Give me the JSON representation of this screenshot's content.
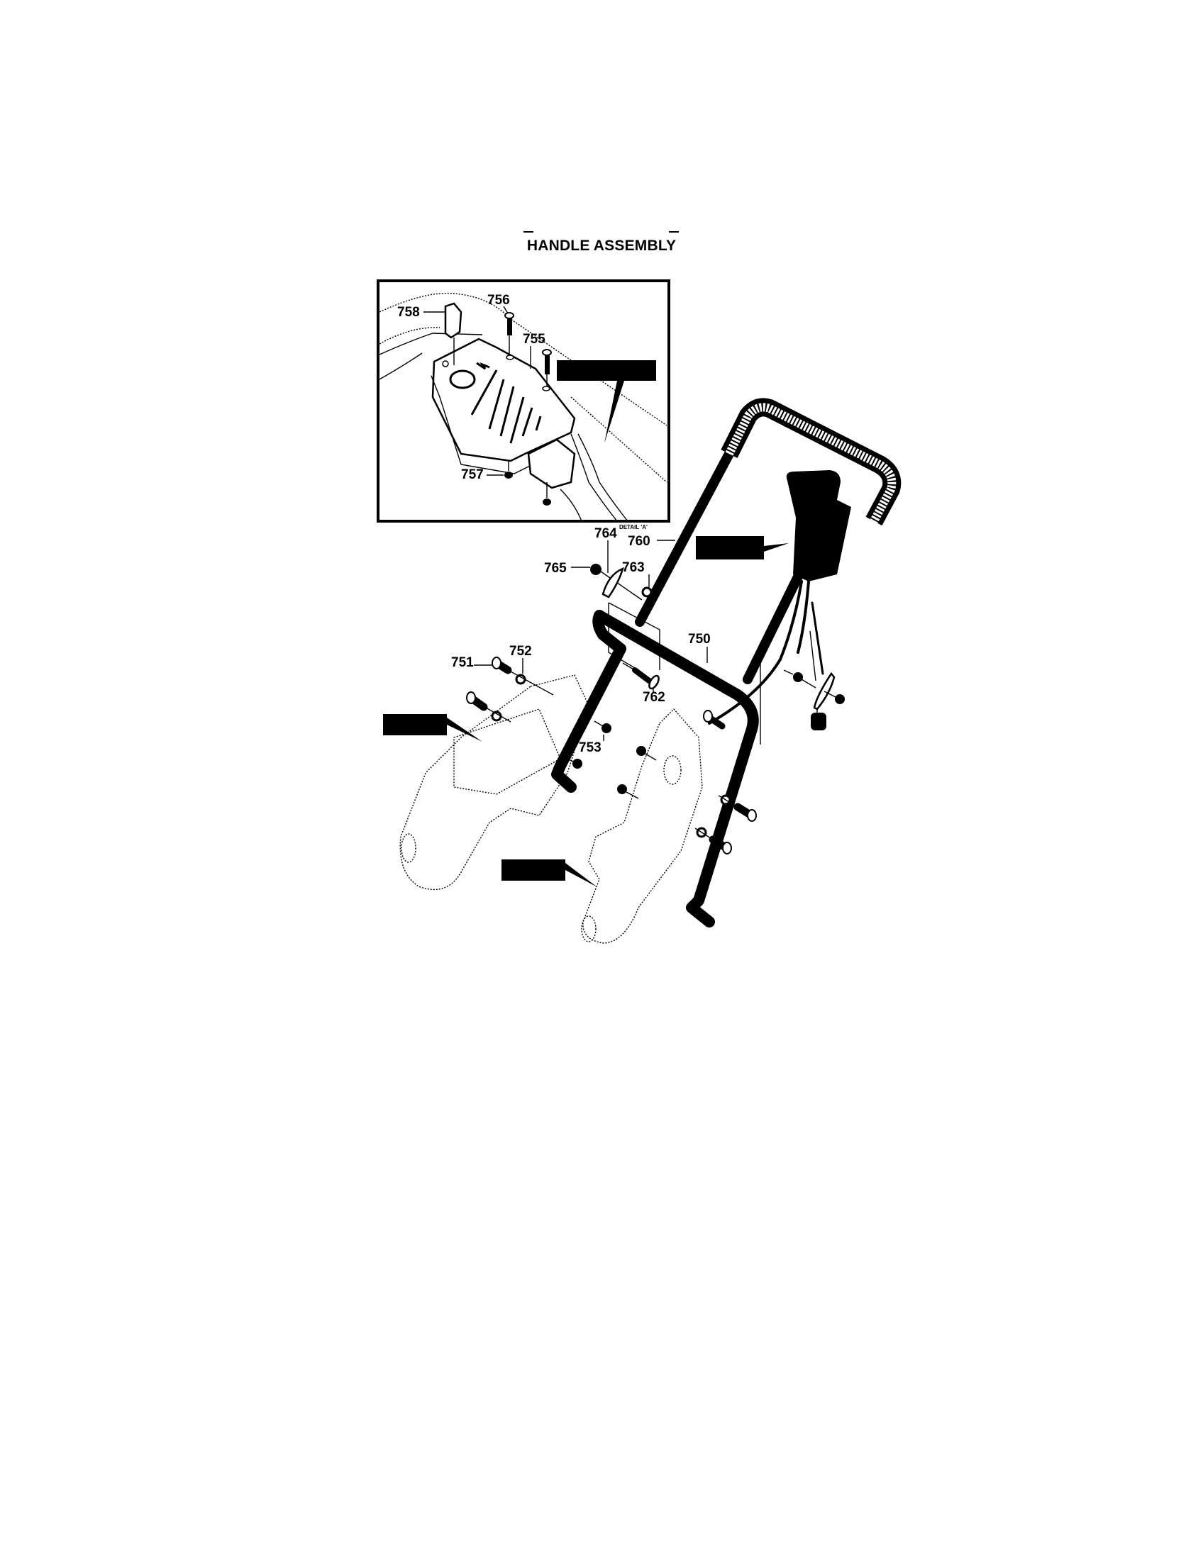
{
  "page": {
    "title": "HANDLE ASSEMBLY",
    "detail_label": "DETAIL 'A'"
  },
  "part_labels": {
    "p750": "750",
    "p751": "751",
    "p752": "752",
    "p753": "753",
    "p755": "755",
    "p756": "756",
    "p757": "757",
    "p758": "758",
    "p760": "760",
    "p762": "762",
    "p763": "763",
    "p764": "764",
    "p765": "765"
  },
  "callouts": [
    {
      "id": "detail-callout",
      "line1": "",
      "line2": ""
    },
    {
      "id": "control-box-callout",
      "line1": "",
      "line2": ""
    },
    {
      "id": "left-bracket-callout",
      "line1": "",
      "line2": ""
    },
    {
      "id": "right-bracket-callout",
      "line1": "",
      "line2": ""
    }
  ],
  "colors": {
    "ink": "#000000",
    "paper": "#ffffff"
  }
}
